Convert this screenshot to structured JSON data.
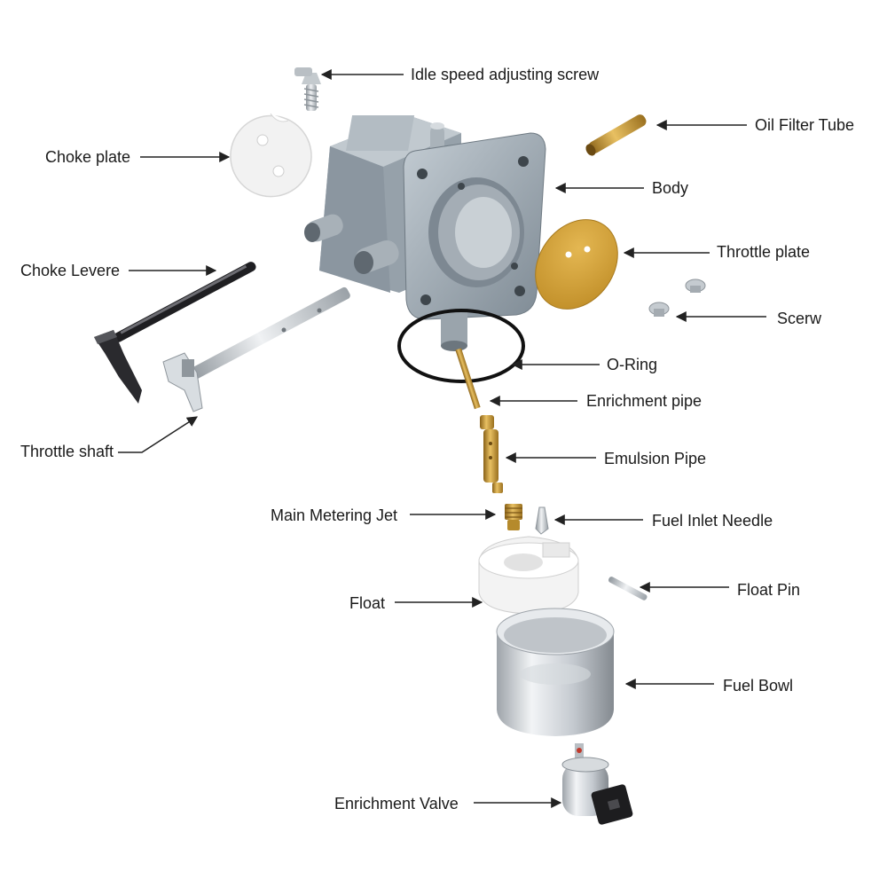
{
  "labels": {
    "idle_screw": "Idle speed adjusting screw",
    "oil_filter_tube": "Oil Filter Tube",
    "choke_plate": "Choke plate",
    "body": "Body",
    "throttle_plate": "Throttle plate",
    "choke_lever": "Choke Levere",
    "screw": "Scerw",
    "o_ring": "O-Ring",
    "enrichment_pipe": "Enrichment pipe",
    "throttle_shaft": "Throttle shaft",
    "emulsion_pipe": "Emulsion Pipe",
    "main_metering_jet": "Main Metering Jet",
    "fuel_inlet_needle": "Fuel Inlet Needle",
    "float": "Float",
    "float_pin": "Float Pin",
    "fuel_bowl": "Fuel Bowl",
    "enrichment_valve": "Enrichment Valve"
  },
  "colors": {
    "body_metal": "#a9b3bb",
    "brass": "#c99a2e",
    "gasket": "#d6a537",
    "steel": "#c8cdd2",
    "float_white": "#f4f4f4",
    "line": "#222222"
  }
}
